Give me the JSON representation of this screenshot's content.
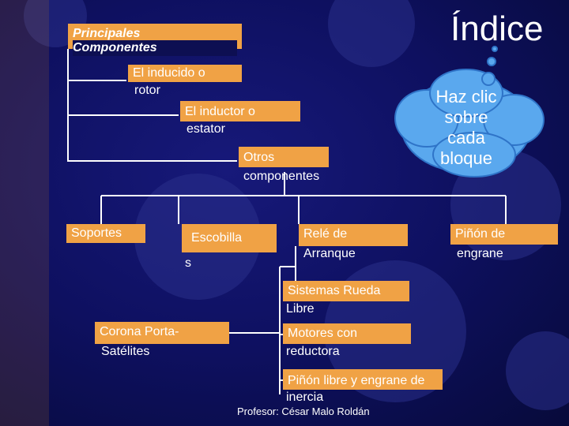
{
  "title": "Índice",
  "main_box": {
    "line1": "Principales",
    "line2": "Componentes"
  },
  "nodes": {
    "inducido": {
      "line1": "El inducido o",
      "line2": "rotor"
    },
    "inductor": {
      "line1": "El inductor o",
      "line2": "estator"
    },
    "otros": {
      "line1": "Otros",
      "line2": "componentes"
    },
    "soportes": "Soportes",
    "escobillas": {
      "line1": "Escobilla",
      "line2": "s"
    },
    "rele": {
      "line1": "Relé de",
      "line2": "Arranque"
    },
    "pinon_engrane": {
      "line1": "Piñón de",
      "line2": "engrane"
    },
    "sistemas": {
      "line1": "Sistemas Rueda",
      "line2": "Libre"
    },
    "corona": {
      "line1": "Corona Porta-",
      "line2": "Satélites"
    },
    "motores": {
      "line1": "Motores con",
      "line2": "reductora"
    },
    "pinon_libre": {
      "line1": "Piñón libre y engrane de",
      "line2": "inercia"
    }
  },
  "cloud": {
    "lines": [
      "Haz clic",
      "sobre",
      "cada",
      "bloque"
    ]
  },
  "footer": "Profesor: César Malo Roldán",
  "colors": {
    "background": "#0d0f52",
    "box": "#f0a245",
    "cloud": "#5aa8ee",
    "text": "#ffffff"
  }
}
